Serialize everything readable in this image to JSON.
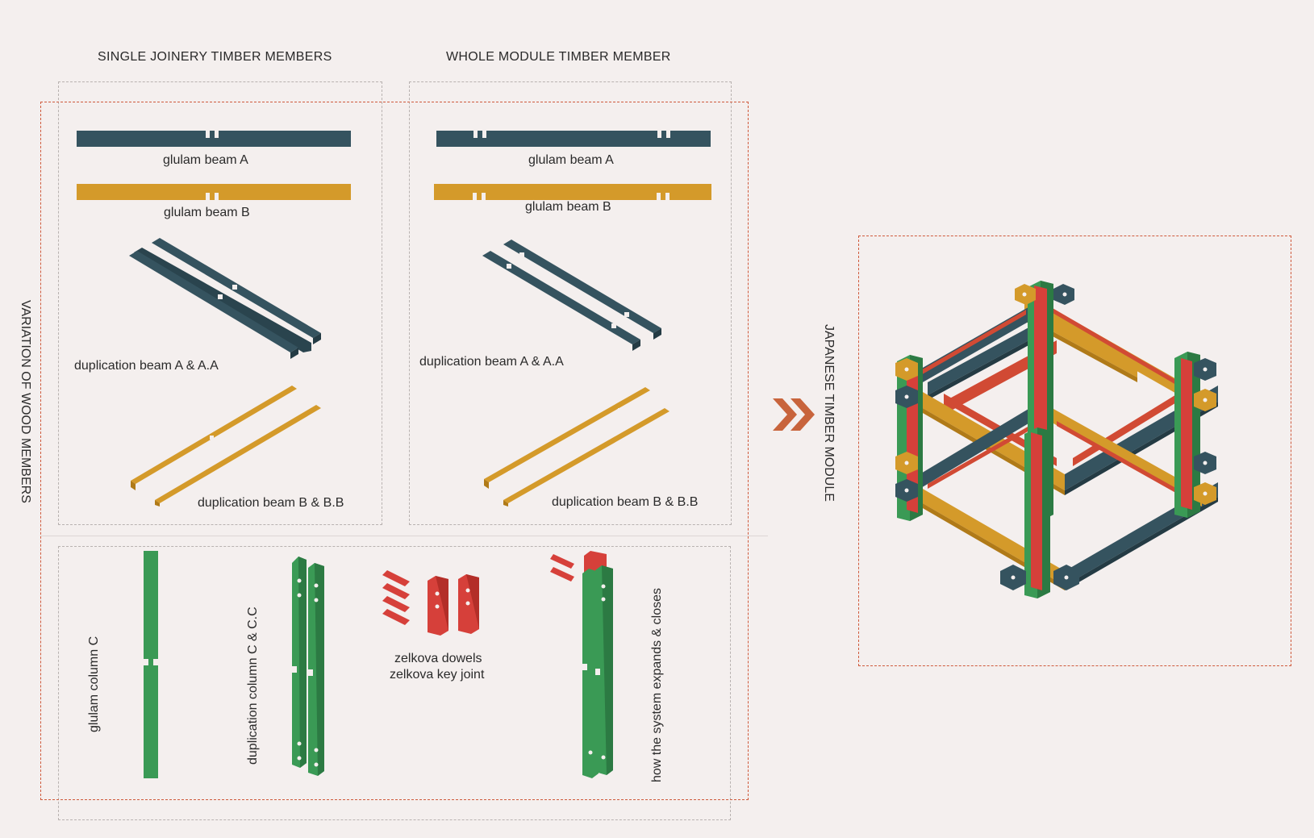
{
  "headers": {
    "single": "SINGLE JOINERY TIMBER MEMBERS",
    "whole": "WHOLE MODULE TIMBER MEMBER"
  },
  "side_labels": {
    "variation": "VARIATION OF WOOD MEMBERS",
    "module": "JAPANESE TIMBER MODULE"
  },
  "single_panel": {
    "beam_a": "glulam beam A",
    "beam_b": "glulam beam B",
    "dup_a": "duplication beam A & A.A",
    "dup_b": "duplication beam B & B.B"
  },
  "whole_panel": {
    "beam_a": "glulam beam A",
    "beam_b": "glulam beam B",
    "dup_a": "duplication beam A & A.A",
    "dup_b": "duplication beam B & B.B"
  },
  "bottom_panel": {
    "column_c": "glulam column C",
    "dup_c": "duplication column C & C.C",
    "dowels": "zelkova dowels",
    "key_joint": "zelkova key joint",
    "expands": "how the system expands & closes"
  },
  "colors": {
    "beam_a": "#35535f",
    "beam_b": "#d49a2a",
    "column": "#3a9a55",
    "zelkova": "#d6403a",
    "accent": "#c8643c",
    "background": "#f4efee"
  }
}
